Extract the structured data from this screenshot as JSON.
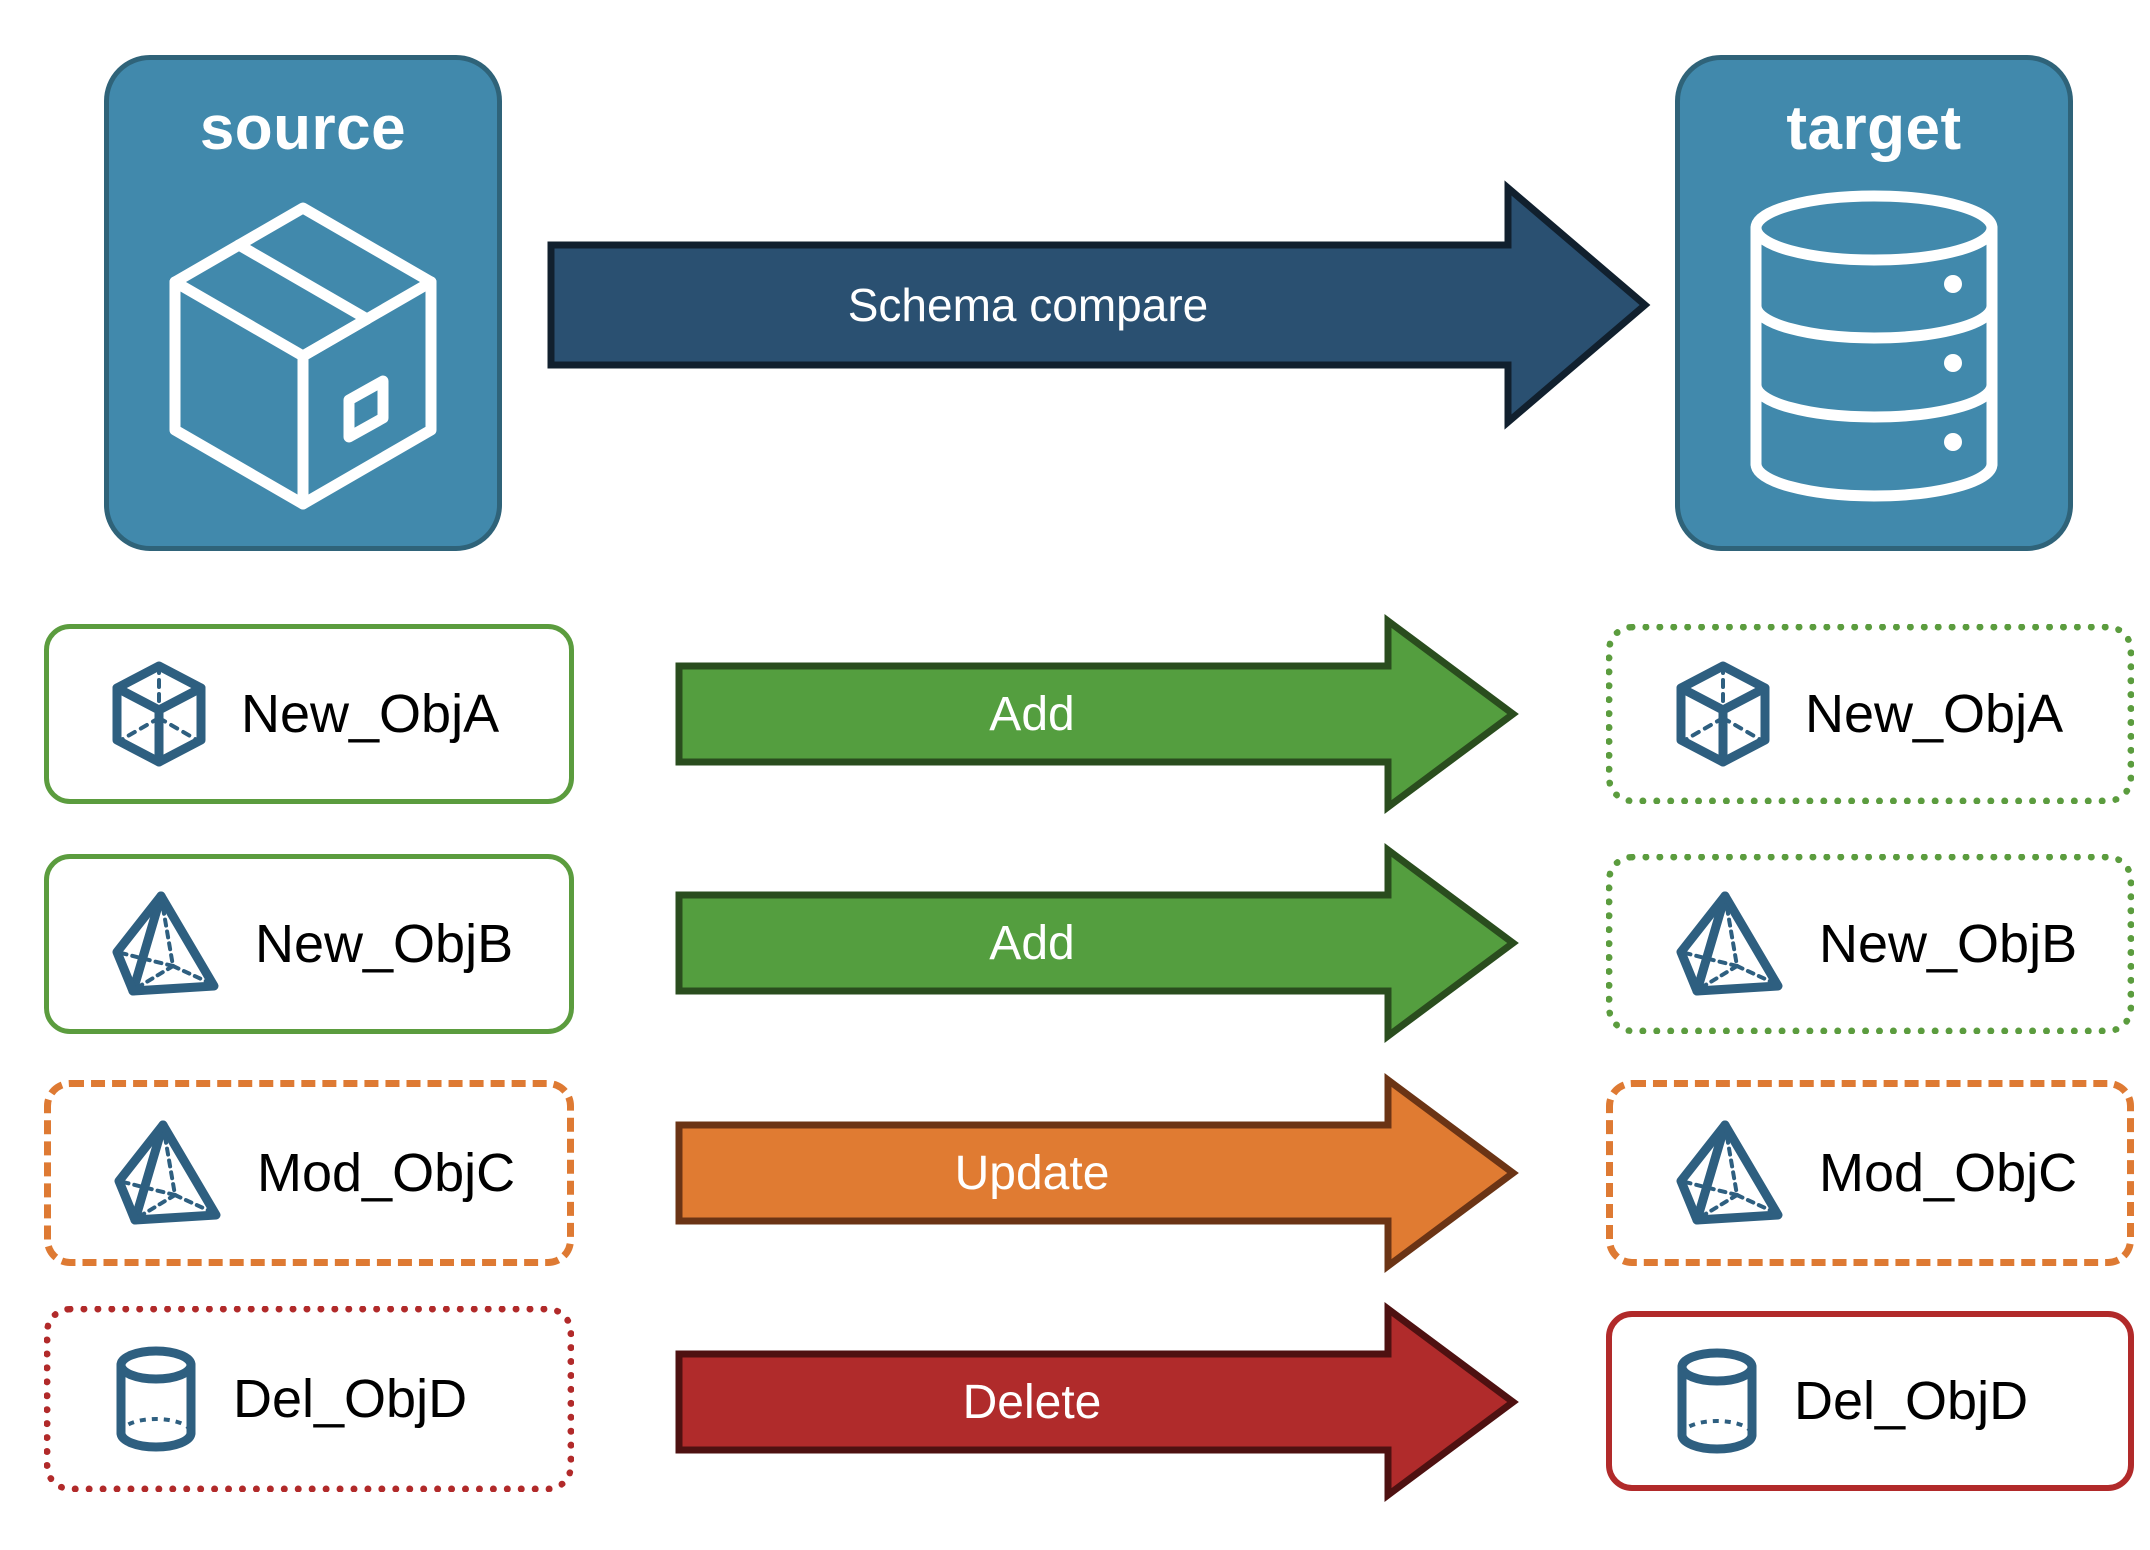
{
  "endpoints": {
    "source": {
      "title": "source",
      "icon": "package-box-icon",
      "fill": "#4189AC",
      "stroke": "#2F6379"
    },
    "target": {
      "title": "target",
      "icon": "database-cylinder-icon",
      "fill": "#4189AC",
      "stroke": "#2F6379"
    }
  },
  "compare_arrow": {
    "label": "Schema compare",
    "fill": "#2A5071",
    "stroke": "#11202E",
    "label_color": "#FFFFFF"
  },
  "rows": [
    {
      "action": "Add",
      "arrow_fill": "#549E3F",
      "arrow_stroke": "#2A4D1E",
      "source": {
        "label": "New_ObjA",
        "icon": "cube-wireframe-icon",
        "border_style": "solid",
        "border_color": "#5B9C3E"
      },
      "target": {
        "label": "New_ObjA",
        "icon": "cube-wireframe-icon",
        "border_style": "dotted",
        "border_color": "#5B9C3E"
      }
    },
    {
      "action": "Add",
      "arrow_fill": "#549E3F",
      "arrow_stroke": "#2A4D1E",
      "source": {
        "label": "New_ObjB",
        "icon": "pyramid-wireframe-icon",
        "border_style": "solid",
        "border_color": "#5B9C3E"
      },
      "target": {
        "label": "New_ObjB",
        "icon": "pyramid-wireframe-icon",
        "border_style": "dotted",
        "border_color": "#5B9C3E"
      }
    },
    {
      "action": "Update",
      "arrow_fill": "#E07B32",
      "arrow_stroke": "#6B3415",
      "source": {
        "label": "Mod_ObjC",
        "icon": "pyramid-wireframe-icon",
        "border_style": "dashed",
        "border_color": "#DE7A33"
      },
      "target": {
        "label": "Mod_ObjC",
        "icon": "pyramid-wireframe-icon",
        "border_style": "dashed",
        "border_color": "#DE7A33"
      }
    },
    {
      "action": "Delete",
      "arrow_fill": "#B02B2B",
      "arrow_stroke": "#4E1111",
      "source": {
        "label": "Del_ObjD",
        "icon": "cylinder-icon",
        "border_style": "dotted",
        "border_color": "#B12A2A"
      },
      "target": {
        "label": "Del_ObjD",
        "icon": "cylinder-icon",
        "border_style": "solid",
        "border_color": "#B12A2A"
      }
    }
  ],
  "colors": {
    "icon_stroke": "#2E5F80",
    "panel_fill": "#4189AC",
    "background": "#FFFFFF"
  }
}
